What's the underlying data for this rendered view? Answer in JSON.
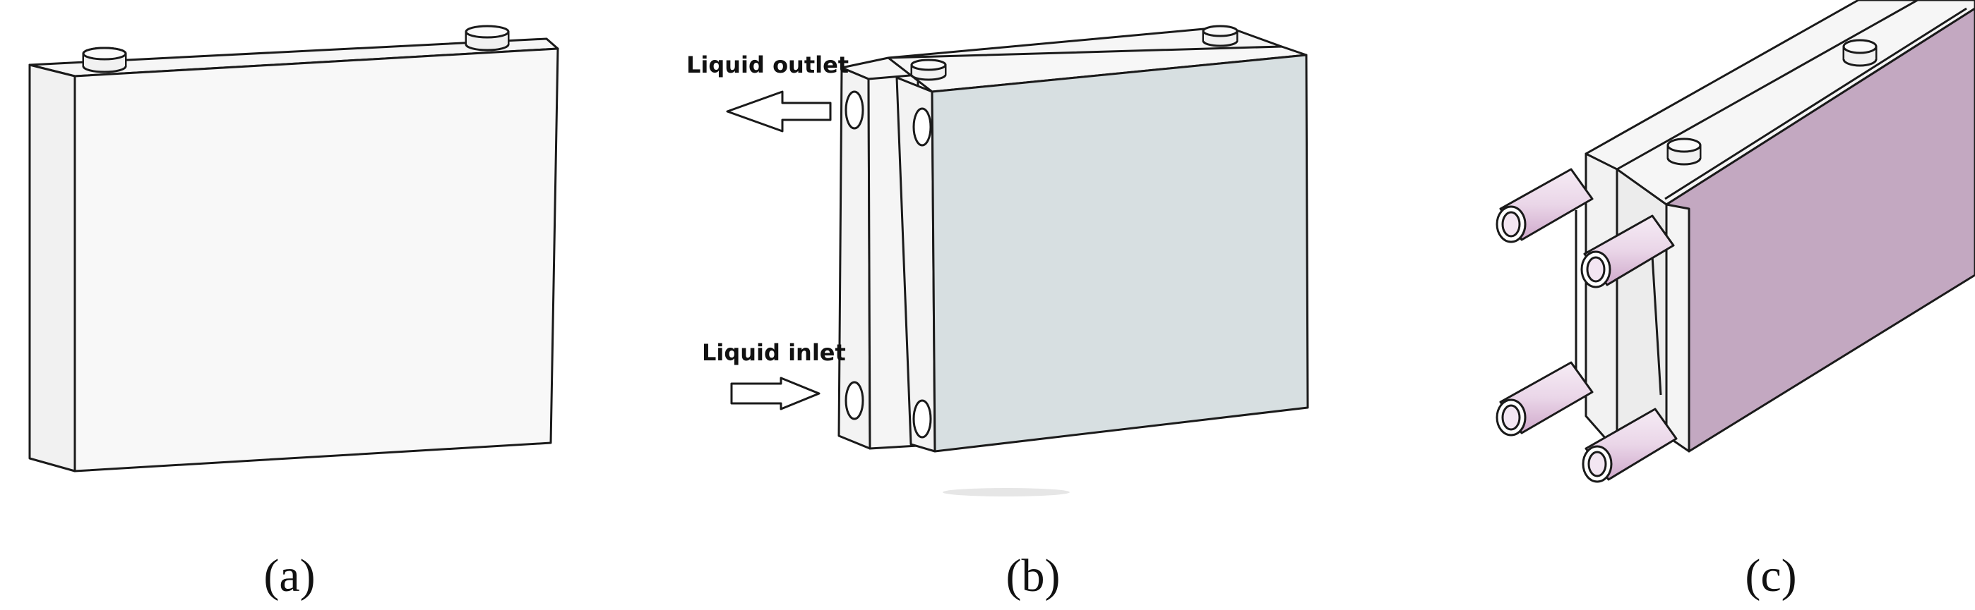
{
  "panels": [
    {
      "caption": "(a)"
    },
    {
      "caption": "(b)",
      "labels": {
        "outlet": "Liquid outlet",
        "inlet": "Liquid inlet"
      }
    },
    {
      "caption": "(c)"
    }
  ],
  "colors": {
    "outline": "#1a1a1a",
    "cell_fill": "#f4f4f4",
    "cooling_plate_fill": "#d7dfe1",
    "cell_face_pink": "#c3a8c1",
    "pipe_light": "#f3e6f2",
    "pipe_dark": "#d8b7d4"
  },
  "icons": [
    "arrow-left-icon",
    "arrow-right-icon"
  ]
}
